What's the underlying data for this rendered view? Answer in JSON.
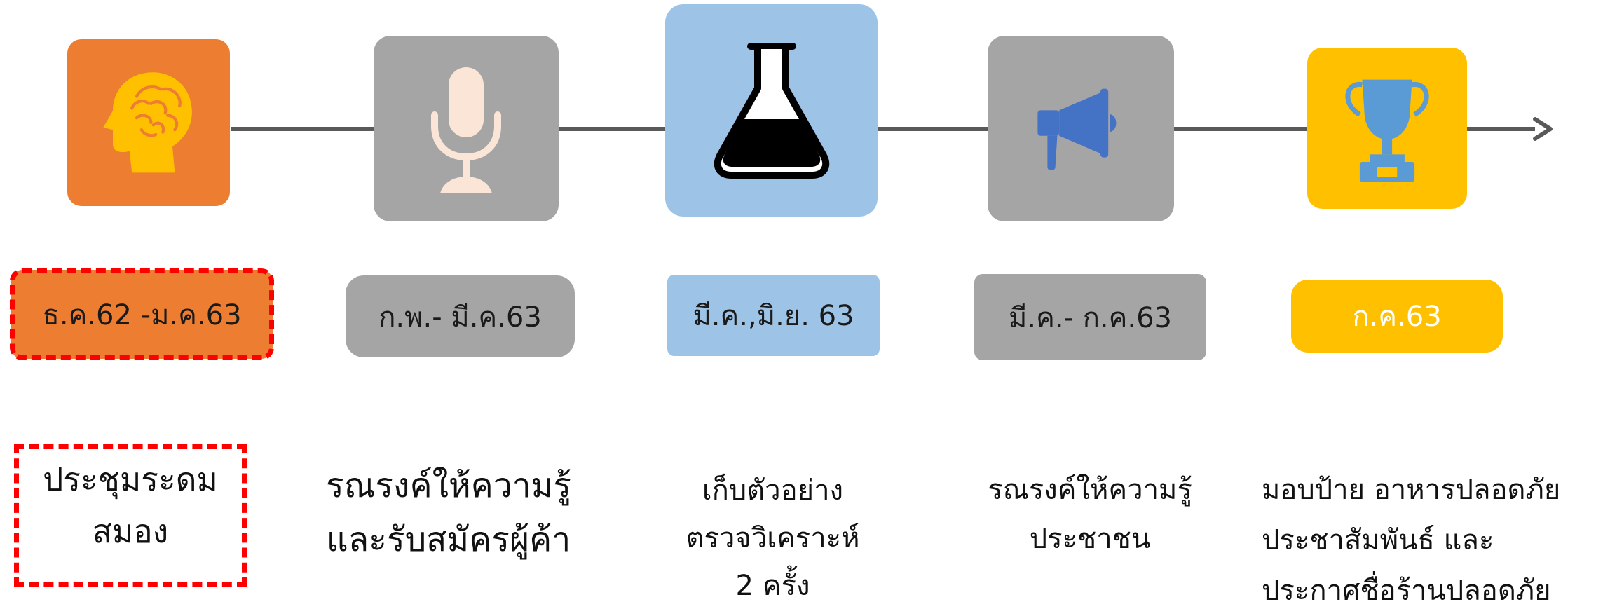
{
  "steps": [
    {
      "icon": "brain-head-icon",
      "color": "#ED7D31",
      "date": "ธ.ค.62 -ม.ค.63",
      "desc": [
        "ประชุมระดม",
        "สมอง"
      ]
    },
    {
      "icon": "microphone-icon",
      "color": "#A5A5A5",
      "date": "ก.พ.- มี.ค.63",
      "desc": [
        "รณรงค์ให้ความรู้",
        "และรับสมัครผู้ค้า"
      ]
    },
    {
      "icon": "flask-icon",
      "color": "#9DC3E6",
      "date": "มี.ค.,มิ.ย. 63",
      "desc": [
        "เก็บตัวอย่าง",
        "ตรวจวิเคราะห์",
        "2 ครั้ง"
      ]
    },
    {
      "icon": "megaphone-icon",
      "color": "#A5A5A5",
      "date": "มี.ค.- ก.ค.63",
      "desc": [
        "รณรงค์ให้ความรู้",
        "ประชาชน"
      ]
    },
    {
      "icon": "trophy-icon",
      "color": "#FFC000",
      "date": "ก.ค.63",
      "desc": [
        "มอบป้าย อาหารปลอดภัย",
        "ประชาสัมพันธ์ และ",
        "ประกาศชื่อร้านปลอดภัย"
      ]
    }
  ],
  "colors": {
    "line": "#595959",
    "highlight_dash": "#FF0000",
    "pill_text_light": "#FFFFFF"
  }
}
